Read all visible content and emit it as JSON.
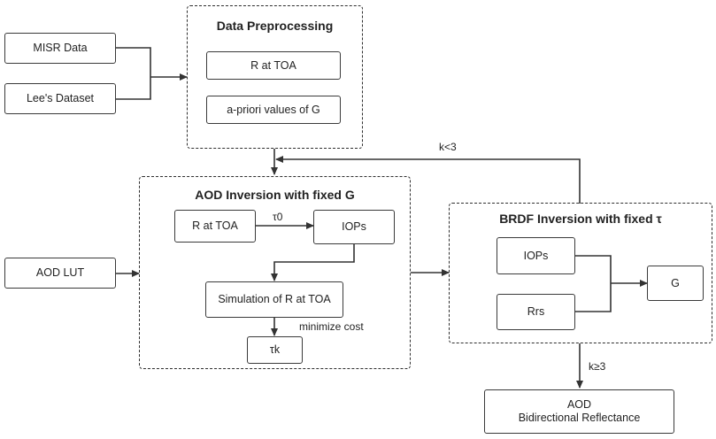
{
  "inputs": {
    "misr": "MISR Data",
    "lee": "Lee's Dataset",
    "aod_lut": "AOD LUT"
  },
  "preprocessing": {
    "title": "Data Preprocessing",
    "r_toa": "R at TOA",
    "apriori": "a-priori values of G"
  },
  "aod_inversion": {
    "title": "AOD Inversion with fixed G",
    "r_toa": "R at TOA",
    "tau0": "τ0",
    "iops": "IOPs",
    "simulation": "Simulation of R at TOA",
    "minimize": "minimize cost",
    "tauk": "τk"
  },
  "brdf_inversion": {
    "title": "BRDF Inversion with fixed τ",
    "iops": "IOPs",
    "rrs": "Rrs",
    "g": "G"
  },
  "loop": {
    "k_less": "k<3",
    "k_geq": "k≥3"
  },
  "output": {
    "line1": "AOD",
    "line2": "Bidirectional Reflectance"
  }
}
